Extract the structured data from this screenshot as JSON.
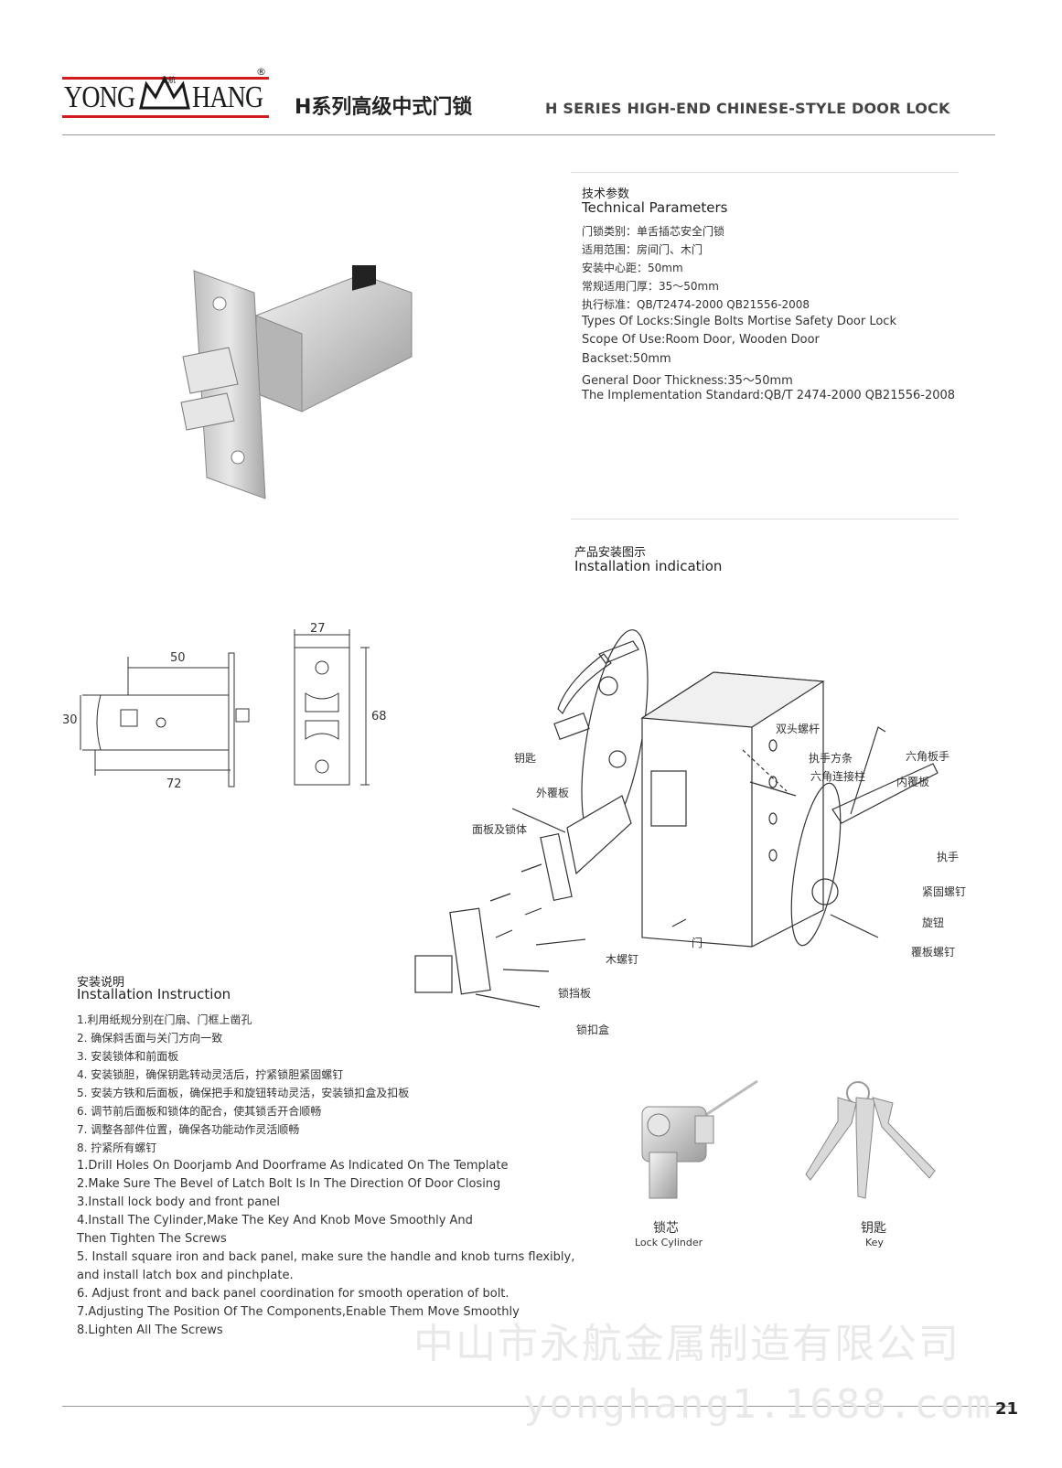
{
  "header": {
    "logo_left": "YONG",
    "logo_right": "HANG",
    "logo_small_cn": "永航",
    "title_cn": "H系列高级中式门锁",
    "title_en": "H SERIES HIGH-END CHINESE-STYLE DOOR LOCK"
  },
  "tech": {
    "title_cn": "技术参数",
    "title_en": "Technical Parameters",
    "items": [
      "门锁类别：单舌插芯安全门锁",
      "适用范围：房间门、木门",
      "安装中心距：50mm",
      "常规适用门厚：35～50mm",
      "执行标准：QB/T2474-2000 QB21556-2008",
      "Types Of Locks:Single Bolts Mortise Safety Door Lock",
      "Scope Of Use:Room Door, Wooden Door",
      "Backset:50mm",
      "General Door Thickness:35～50mm",
      "The Implementation Standard:QB/T 2474-2000 QB21556-2008"
    ]
  },
  "dimensions": {
    "d50": "50",
    "d30": "30",
    "d72": "72",
    "d27": "27",
    "d68": "68"
  },
  "installation": {
    "title_cn": "产品安装图示",
    "title_en": "Installation indication",
    "labels": {
      "key": "钥匙",
      "outer_cover": "外覆板",
      "panel_body": "面板及锁体",
      "wood_screw": "木螺钉",
      "strike_plate": "锁挡板",
      "strike_box": "锁扣盒",
      "door": "门",
      "double_rod": "双头螺杆",
      "square_bar": "执手方条",
      "hex_post": "六角连接柱",
      "hex_wrench": "六角板手",
      "inner_cover": "内覆板",
      "handle": "执手",
      "fix_screw": "紧固螺钉",
      "knob": "旋钮",
      "cover_screw": "覆板螺钉"
    }
  },
  "instruction": {
    "title_cn": "安装说明",
    "title_en": "Installation Instruction",
    "steps": [
      "1.利用纸规分别在门扇、门框上凿孔",
      "2. 确保斜舌面与关门方向一致",
      "3. 安装锁体和前面板",
      "4. 安装锁胆，确保钥匙转动灵活后，拧紧锁胆紧固螺钉",
      "5. 安装方铁和后面板，确保把手和旋钮转动灵活，安装锁扣盒及扣板",
      "6. 调节前后面板和锁体的配合，使其锁舌开合顺畅",
      "7. 调整各部件位置，确保各功能动作灵活顺畅",
      "8. 拧紧所有螺钉",
      "1.Drill Holes On Doorjamb And Doorframe As Indicated On The Template",
      "2.Make Sure The Bevel of Latch Bolt Is In The Direction Of Door Closing",
      "3.Install lock body and front panel",
      "4.Install The Cylinder,Make The Key And Knob Move Smoothly And",
      "   Then Tighten The Screws",
      "5. Install square iron and back panel, make sure the handle and knob turns flexibly,",
      "and install latch box and pinchplate.",
      "6. Adjust front and back panel coordination for smooth operation of bolt.",
      "7.Adjusting The Position Of The Components,Enable Them Move Smoothly",
      "8.Lighten All The Screws"
    ]
  },
  "accessories": {
    "cylinder_cn": "锁芯",
    "cylinder_en": "Lock Cylinder",
    "key_cn": "钥匙",
    "key_en": "Key"
  },
  "watermark": {
    "company_cn": "中山市永航金属制造有限公司",
    "url": "yonghang1.1688.com"
  },
  "page_number": "21",
  "colors": {
    "brand_red": "#d21c1c",
    "text": "#222222",
    "rule": "#999999"
  }
}
